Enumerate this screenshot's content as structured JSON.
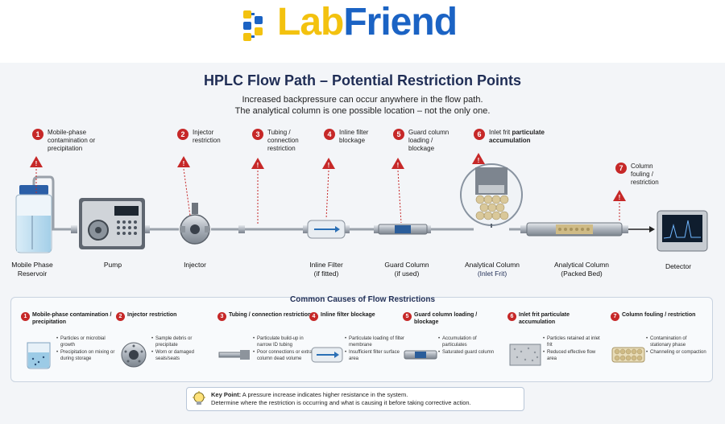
{
  "brand": {
    "lab": "Lab",
    "friend": "Friend"
  },
  "title": "HPLC Flow Path – Potential Restriction Points",
  "subtitle": [
    "Increased backpressure can occur anywhere in the flow path.",
    "The analytical column is one possible location – not the only one."
  ],
  "restriction_points": [
    {
      "num": "1",
      "text": "Mobile-phase contamination or precipitation"
    },
    {
      "num": "2",
      "text": "Injector restriction"
    },
    {
      "num": "3",
      "text": "Tubing / connection restriction"
    },
    {
      "num": "4",
      "text": "Inline filter blockage"
    },
    {
      "num": "5",
      "text": "Guard column loading / blockage"
    },
    {
      "num": "6",
      "text_plain": "Inlet frit",
      "text_bold": "particulate accumulation"
    },
    {
      "num": "7",
      "text": "Column fouling / restriction"
    }
  ],
  "components": {
    "reservoir": [
      "Mobile Phase",
      "Reservoir"
    ],
    "pump": [
      "Pump"
    ],
    "injector": [
      "Injector"
    ],
    "inline_filter": [
      "Inline Filter",
      "(if fitted)"
    ],
    "guard_column": [
      "Guard Column",
      "(if used)"
    ],
    "analytical_frit": [
      "Analytical Column",
      "(Inlet Frit)"
    ],
    "analytical_bed": [
      "Analytical Column",
      "(Packed Bed)"
    ],
    "detector": [
      "Detector"
    ]
  },
  "causes_title": "Common Causes of Flow Restrictions",
  "causes": [
    {
      "num": "1",
      "heading": "Mobile-phase contamination / precipitation",
      "bullets": [
        "Particles or microbial growth",
        "Precipitation on mixing or during storage"
      ]
    },
    {
      "num": "2",
      "heading": "Injector restriction",
      "bullets": [
        "Sample debris or precipitate",
        "Worn or damaged seals/seats"
      ]
    },
    {
      "num": "3",
      "heading": "Tubing / connection restriction",
      "bullets": [
        "Particulate build-up in narrow ID tubing",
        "Poor connections or extra-column dead volume"
      ]
    },
    {
      "num": "4",
      "heading": "Inline filter blockage",
      "bullets": [
        "Particulate loading of filter membrane",
        "Insufficient filter surface area"
      ]
    },
    {
      "num": "5",
      "heading": "Guard column loading / blockage",
      "bullets": [
        "Accumulation of particulates",
        "Saturated guard column"
      ]
    },
    {
      "num": "6",
      "heading": "Inlet frit particulate accumulation",
      "bullets": [
        "Particles retained at inlet frit",
        "Reduced effective flow area"
      ]
    },
    {
      "num": "7",
      "heading": "Column fouling / restriction",
      "bullets": [
        "Contamination of stationary phase",
        "Channeling or compaction"
      ]
    }
  ],
  "key_point": {
    "label": "Key Point:",
    "line1": "A pressure increase indicates higher resistance in the system.",
    "line2": "Determine where the restriction is occurring and what is causing it before taking corrective action."
  },
  "colors": {
    "brand_yellow": "#f3c20f",
    "brand_blue": "#1b63c4",
    "title_navy": "#1f2d55",
    "alert_red": "#c62828"
  }
}
